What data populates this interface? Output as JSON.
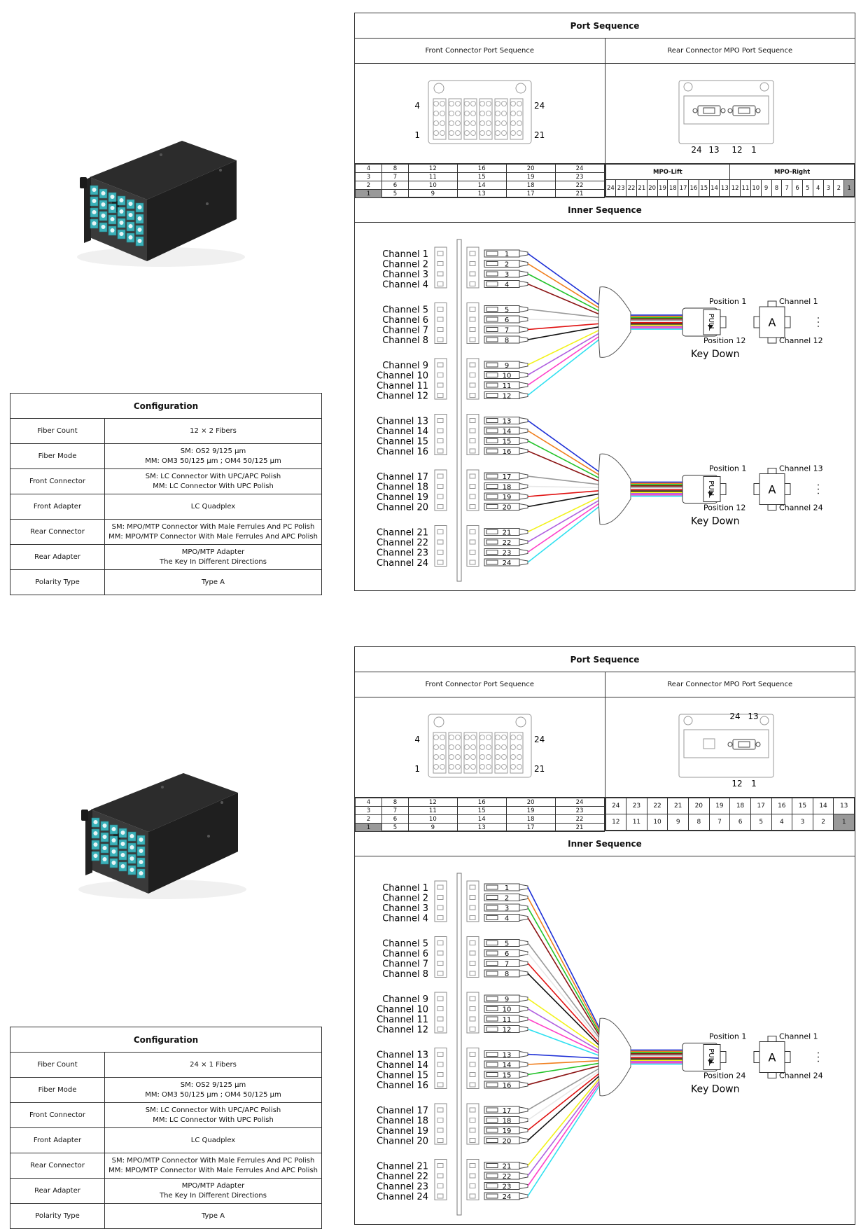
{
  "headers": {
    "port_sequence": "Port Sequence",
    "front_seq": "Front Connector Port Sequence",
    "rear_seq": "Rear Connector MPO Port Sequence",
    "inner_seq": "Inner Sequence",
    "config_title": "Configuration"
  },
  "front_labels": {
    "tl": "4",
    "bl": "1",
    "tr": "24",
    "br": "21"
  },
  "front_table": [
    [
      "4",
      "8",
      "12",
      "16",
      "20",
      "24"
    ],
    [
      "3",
      "7",
      "11",
      "15",
      "19",
      "23"
    ],
    [
      "2",
      "6",
      "10",
      "14",
      "18",
      "22"
    ],
    [
      "1",
      "5",
      "9",
      "13",
      "17",
      "21"
    ]
  ],
  "rear_top": {
    "labels": [
      "24",
      "13",
      "12",
      "1"
    ],
    "mpo_left": "MPO-Lift",
    "mpo_right": "MPO-Right",
    "row": [
      "24",
      "23",
      "22",
      "21",
      "20",
      "19",
      "18",
      "17",
      "16",
      "15",
      "14",
      "13",
      "12",
      "11",
      "10",
      "9",
      "8",
      "7",
      "6",
      "5",
      "4",
      "3",
      "2",
      "1"
    ]
  },
  "rear_bottom": {
    "labels_top": [
      "24",
      "13"
    ],
    "labels_bottom": [
      "12",
      "1"
    ],
    "row1": [
      "24",
      "23",
      "22",
      "21",
      "20",
      "19",
      "18",
      "17",
      "16",
      "15",
      "14",
      "13"
    ],
    "row2": [
      "12",
      "11",
      "10",
      "9",
      "8",
      "7",
      "6",
      "5",
      "4",
      "3",
      "2",
      "1"
    ]
  },
  "channels": [
    "Channel 1",
    "Channel 2",
    "Channel 3",
    "Channel 4",
    "Channel 5",
    "Channel 6",
    "Channel 7",
    "Channel 8",
    "Channel 9",
    "Channel 10",
    "Channel 11",
    "Channel 12",
    "Channel 13",
    "Channel 14",
    "Channel 15",
    "Channel 16",
    "Channel 17",
    "Channel 18",
    "Channel 19",
    "Channel 20",
    "Channel 21",
    "Channel 22",
    "Channel 23",
    "Channel 24"
  ],
  "port_numbers": [
    "1",
    "2",
    "3",
    "4",
    "5",
    "6",
    "7",
    "8",
    "9",
    "10",
    "11",
    "12",
    "13",
    "14",
    "15",
    "16",
    "17",
    "18",
    "19",
    "20",
    "21",
    "22",
    "23",
    "24"
  ],
  "fiber_colors": [
    "#1d2fd6",
    "#f07f1e",
    "#22c32a",
    "#8b1414",
    "#9a9a9a",
    "#e8e8e8",
    "#e01010",
    "#111111",
    "#f2f21a",
    "#b060e0",
    "#ff40c8",
    "#30e0f0"
  ],
  "mpo_top": {
    "a": {
      "pos1": "Position 1",
      "pos12": "Position 12",
      "ch_first": "Channel 1",
      "ch_last": "Channel 12",
      "key": "Key Down",
      "adapter": "A",
      "pull": "PULL"
    },
    "b": {
      "pos1": "Position 1",
      "pos12": "Position 12",
      "ch_first": "Channel 13",
      "ch_last": "Channel 24",
      "key": "Key Down",
      "adapter": "A",
      "pull": "PULL"
    }
  },
  "mpo_bottom": {
    "pos1": "Position 1",
    "pos24": "Position 24",
    "ch_first": "Channel 1",
    "ch_last": "Channel 24",
    "key": "Key Down",
    "adapter": "A",
    "pull": "PULL"
  },
  "config_top": [
    {
      "key": "Fiber Count",
      "lines": [
        "12 × 2 Fibers"
      ]
    },
    {
      "key": "Fiber Mode",
      "lines": [
        "SM: OS2 9/125 μm",
        "MM: OM3 50/125 μm ; OM4 50/125 μm"
      ]
    },
    {
      "key": "Front Connector",
      "lines": [
        "SM: LC Connector With UPC/APC Polish",
        "MM: LC Connector With UPC Polish"
      ]
    },
    {
      "key": "Front Adapter",
      "lines": [
        "LC Quadplex"
      ]
    },
    {
      "key": "Rear Connector",
      "lines": [
        "SM: MPO/MTP Connector With Male Ferrules And  PC Polish",
        "MM: MPO/MTP Connector With Male Ferrules And  APC Polish"
      ]
    },
    {
      "key": "Rear Adapter",
      "lines": [
        "MPO/MTP Adapter",
        "The Key In Different Directions"
      ]
    },
    {
      "key": "Polarity Type",
      "lines": [
        "Type A"
      ]
    }
  ],
  "config_bottom": [
    {
      "key": "Fiber Count",
      "lines": [
        "24 × 1 Fibers"
      ]
    },
    {
      "key": "Fiber Mode",
      "lines": [
        "SM: OS2 9/125 μm",
        "MM: OM3 50/125 μm ; OM4 50/125 μm"
      ]
    },
    {
      "key": "Front Connector",
      "lines": [
        "SM: LC Connector With UPC/APC Polish",
        "MM: LC Connector With UPC Polish"
      ]
    },
    {
      "key": "Front Adapter",
      "lines": [
        "LC Quadplex"
      ]
    },
    {
      "key": "Rear Connector",
      "lines": [
        "SM: MPO/MTP Connector With Male Ferrules And  PC Polish",
        "MM: MPO/MTP Connector With Male Ferrules And  APC Polish"
      ]
    },
    {
      "key": "Rear Adapter",
      "lines": [
        "MPO/MTP Adapter",
        "The Key In Different Directions"
      ]
    },
    {
      "key": "Polarity Type",
      "lines": [
        "Type A"
      ]
    }
  ]
}
